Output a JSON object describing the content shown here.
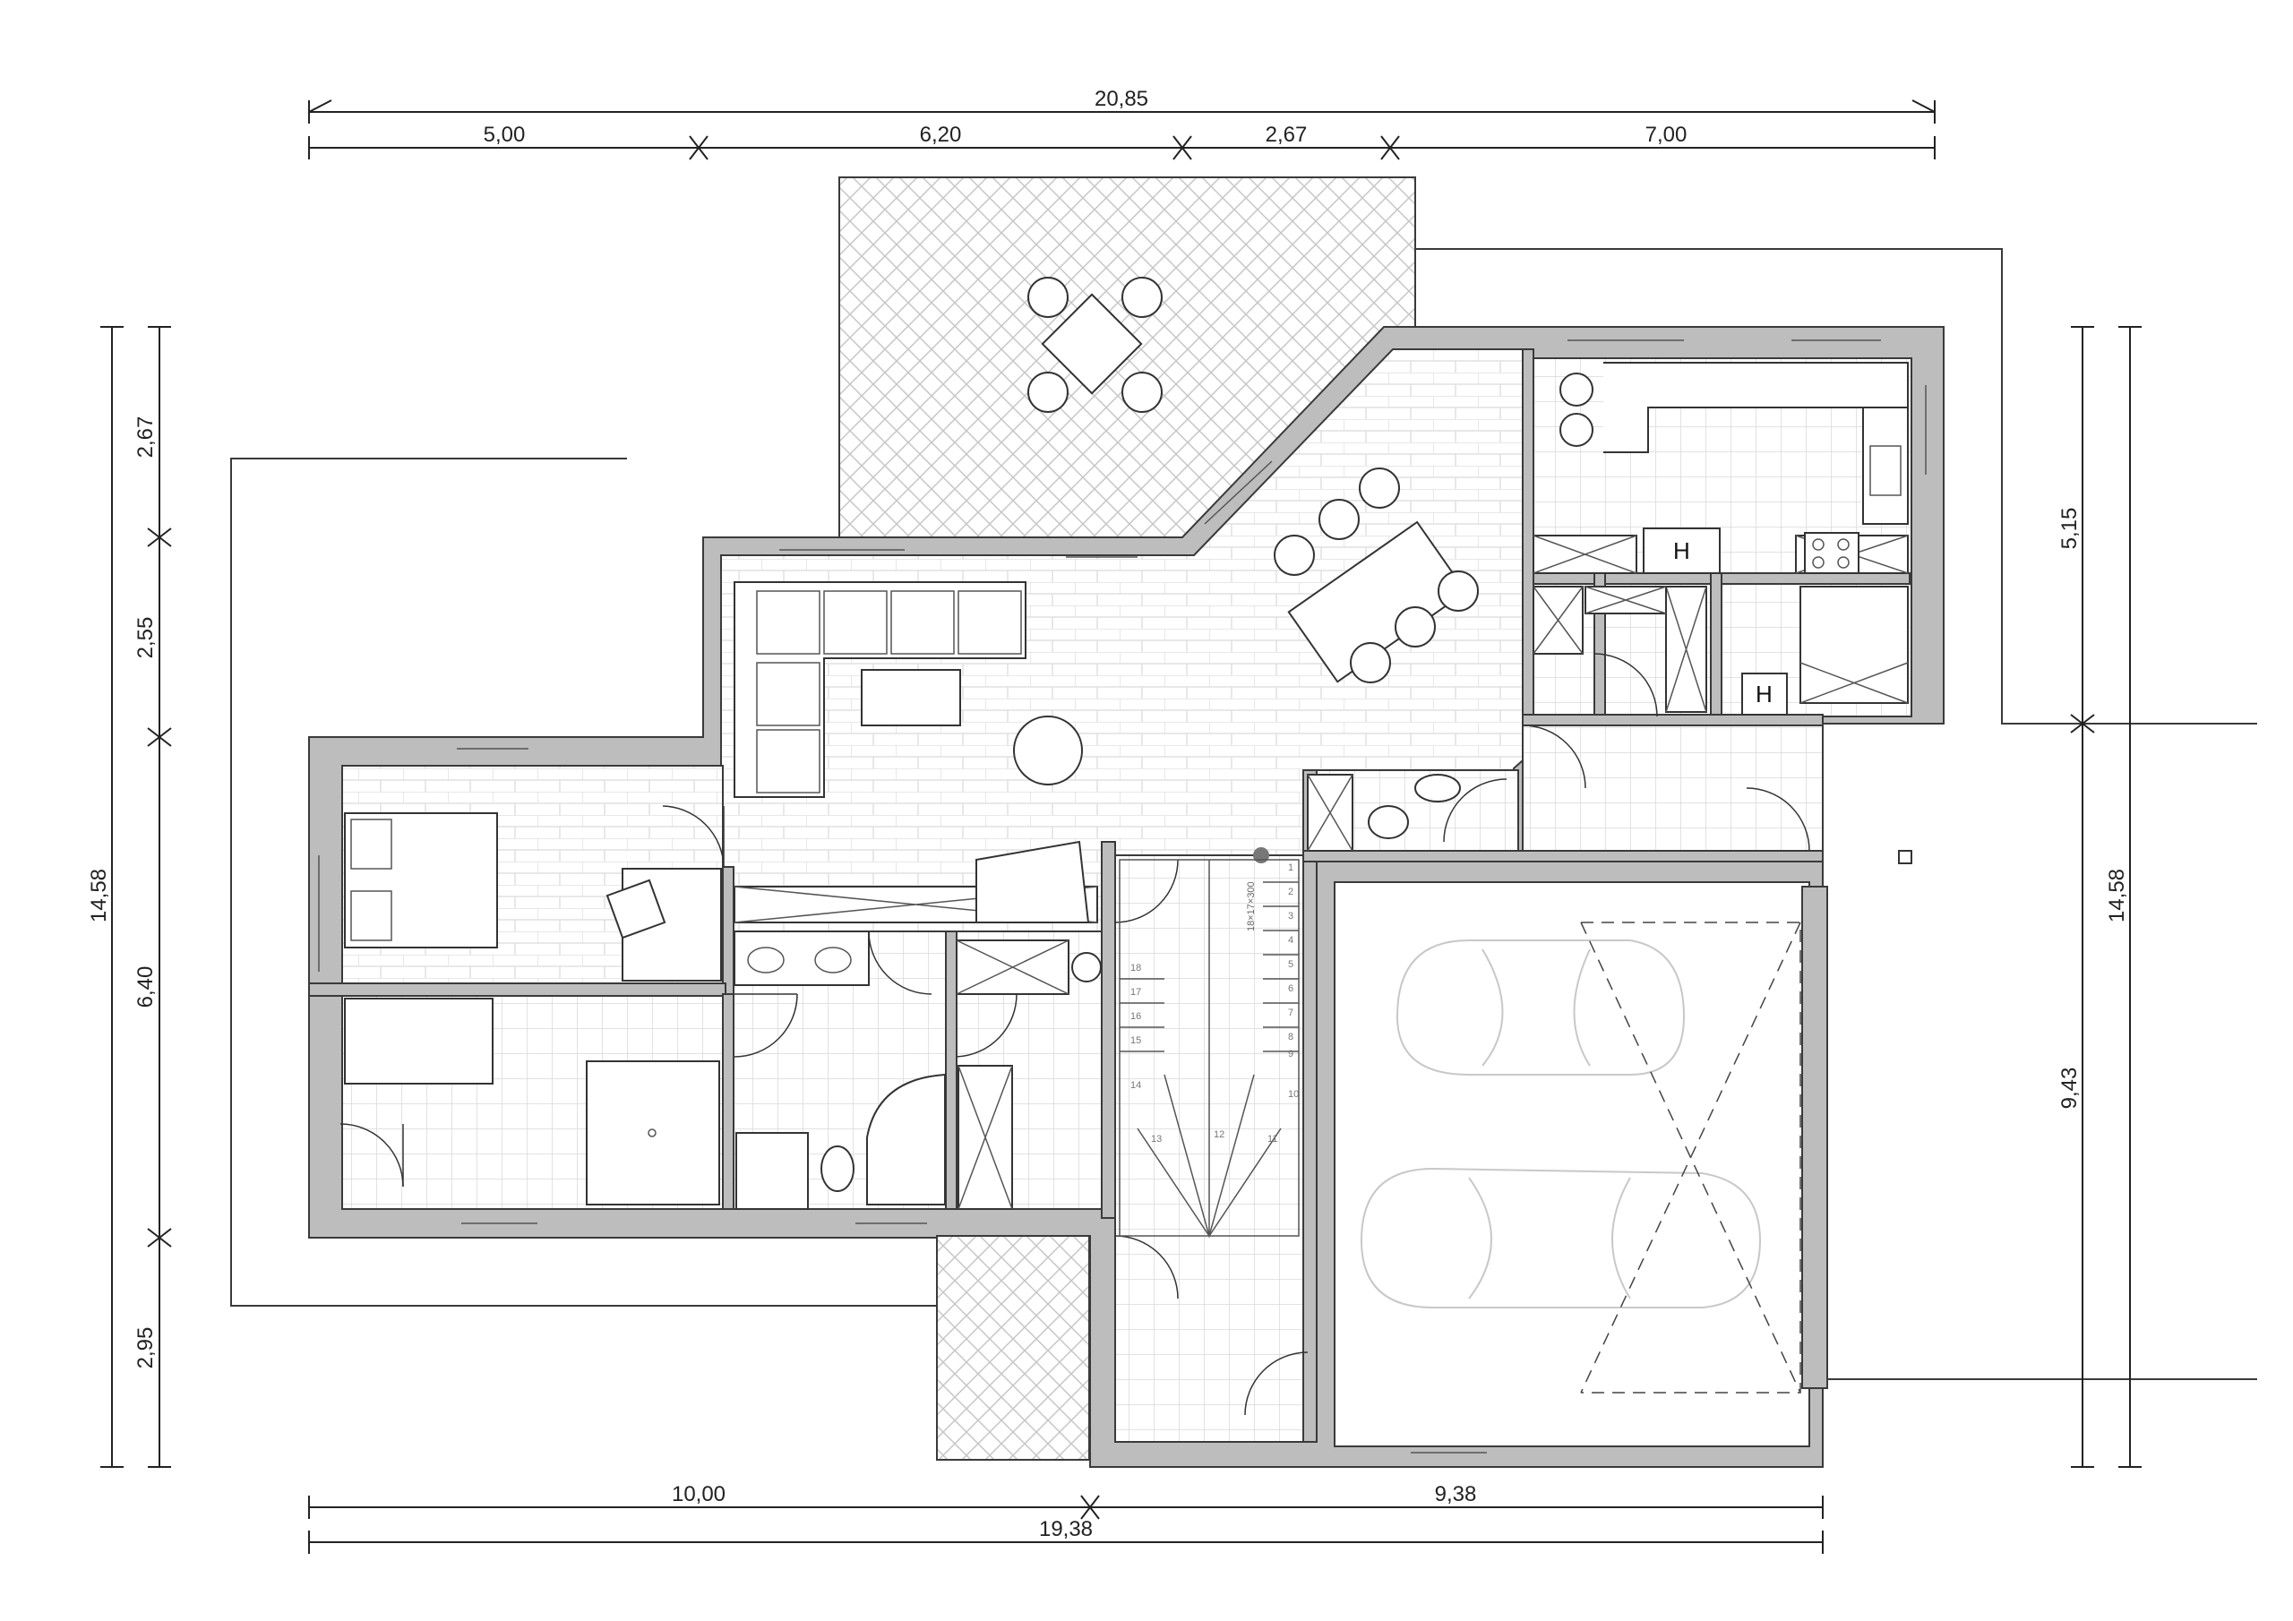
{
  "dimensions": {
    "top_total": "20,85",
    "top_segments": [
      "5,00",
      "6,20",
      "2,67",
      "7,00"
    ],
    "bottom_segments": [
      "10,00",
      "9,38"
    ],
    "bottom_total": "19,38",
    "left_total": "14,58",
    "left_segments": [
      "2,67",
      "2,55",
      "6,40",
      "2,95"
    ],
    "right_segments": [
      "5,15",
      "9,43"
    ],
    "right_total": "14,58"
  },
  "labels": {
    "heater_kitchen": "H",
    "heater_utility": "H",
    "stair_note": "18×17×300"
  },
  "stair_numbers": [
    "1",
    "2",
    "3",
    "4",
    "5",
    "6",
    "7",
    "8",
    "9",
    "10",
    "11",
    "12",
    "13",
    "14",
    "15",
    "16",
    "17",
    "18"
  ],
  "colors": {
    "wall_fill": "#bdbdbd",
    "line": "#3a3a3a",
    "tile_line": "#d9d9d9",
    "car_line": "#c8c8c8"
  }
}
